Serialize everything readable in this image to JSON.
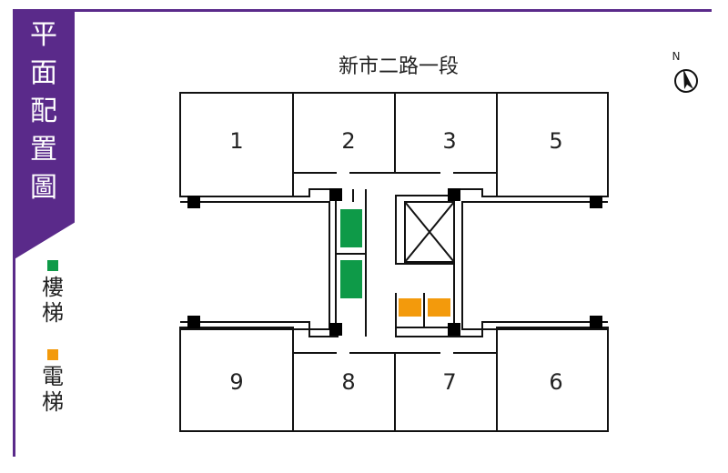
{
  "title": "平面配置圖",
  "title_chars": [
    "平",
    "面",
    "配",
    "置",
    "圖"
  ],
  "road": "新市二路一段",
  "compass": {
    "label": "N",
    "icon": "north-arrow-icon"
  },
  "legend": [
    {
      "chars": [
        "樓",
        "梯"
      ],
      "color": "#0e9a48"
    },
    {
      "chars": [
        "電",
        "梯"
      ],
      "color": "#f39a0c"
    }
  ],
  "units": {
    "u1": "1",
    "u2": "2",
    "u3": "3",
    "u5": "5",
    "u9": "9",
    "u8": "8",
    "u7": "7",
    "u6": "6"
  },
  "colors": {
    "accent": "#5a2a8a",
    "stair": "#0e9a48",
    "elevator": "#f39a0c"
  }
}
